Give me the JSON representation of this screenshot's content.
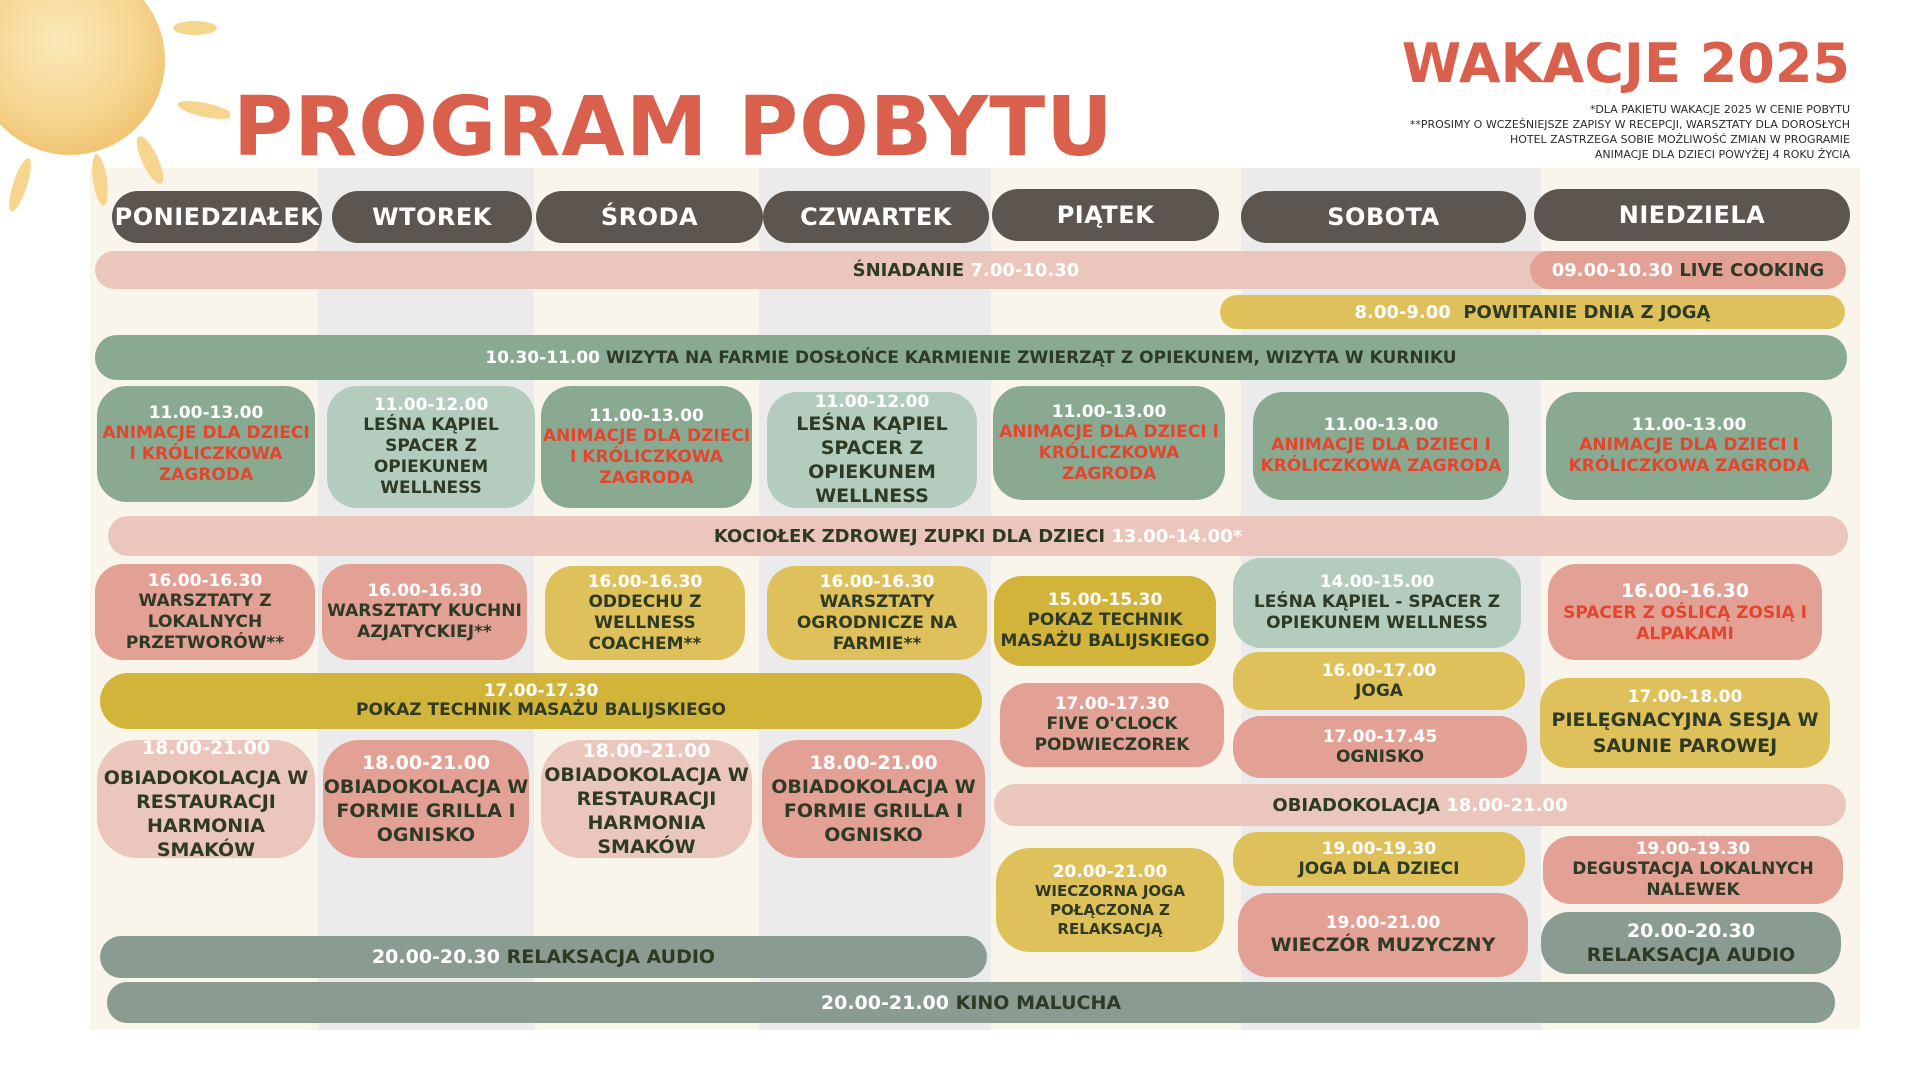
{
  "header": {
    "title": "PROGRAM POBYTU",
    "season": "WAKACJE 2025",
    "notes": [
      "*DLA PAKIETU WAKACJE 2025 W CENIE POBYTU",
      "**PROSIMY O WCZEŚNIEJSZE ZAPISY W RECEPCJI, WARSZTATY DLA DOROSŁYCH",
      "HOTEL ZASTRZEGA SOBIE MOŻLIWOŚĆ ZMIAN W PROGRAMIE",
      "ANIMACJE DLA DZIECI POWYŻEJ 4 ROKU ŻYCIA"
    ]
  },
  "days": [
    "PONIEDZIAŁEK",
    "WTOREK",
    "ŚRODA",
    "CZWARTEK",
    "PIĄTEK",
    "SOBOTA",
    "NIEDZIELA"
  ],
  "colors": {
    "title": "#d9604d",
    "day_pill": "#5d5650",
    "pink_light": "#ebc6bd",
    "salmon": "#e3a196",
    "sage": "#8aa991",
    "sage_light": "#b4ccbe",
    "mustard": "#dfc15b",
    "mustard_dark": "#d3b43b",
    "slate": "#8a9c92",
    "accent_red": "#e2462f"
  },
  "bands": {
    "breakfast": {
      "label": "ŚNIADANIE",
      "time": "7.00-10.30"
    },
    "live_cooking": {
      "time": "09.00-10.30",
      "label": "LIVE COOKING"
    },
    "yoga_morning": {
      "time": "8.00-9.00",
      "label": "POWITANIE DNIA Z JOGĄ"
    },
    "farm": {
      "time": "10.30-11.00",
      "label": "WIZYTA NA FARMIE DOSŁOŃCE KARMIENIE ZWIERZĄT Z OPIEKUNEM, WIZYTA W KURNIKU"
    },
    "soup": {
      "label": "KOCIOŁEK ZDROWEJ ZUPKI DLA DZIECI",
      "time": "13.00-14.00*"
    },
    "massage": {
      "time": "17.00-17.30",
      "label": "POKAZ TECHNIK MASAŻU BALIJSKIEGO"
    },
    "dinner_weekend": {
      "label": "OBIADOKOLACJA",
      "time": "18.00-21.00"
    },
    "audio": {
      "time": "20.00-20.30",
      "label": "RELAKSACJA AUDIO"
    },
    "cinema": {
      "time": "20.00-21.00",
      "label": "KINO MALUCHA"
    }
  },
  "events": {
    "mon_anim": {
      "time": "11.00-13.00",
      "label": "ANIMACJE DLA DZIECI I KRÓLICZKOWA ZAGRODA"
    },
    "tue_forest": {
      "time": "11.00-12.00",
      "label": "LEŚNA KĄPIEL SPACER Z OPIEKUNEM WELLNESS"
    },
    "wed_anim": {
      "time": "11.00-13.00",
      "label": "ANIMACJE DLA DZIECI I KRÓLICZKOWA ZAGRODA"
    },
    "thu_forest": {
      "time": "11.00-12.00",
      "label": "LEŚNA KĄPIEL SPACER Z OPIEKUNEM WELLNESS"
    },
    "fri_anim": {
      "time": "11.00-13.00",
      "label": "ANIMACJE DLA DZIECI I KRÓLICZKOWA ZAGRODA"
    },
    "sat_anim": {
      "time": "11.00-13.00",
      "label": "ANIMACJE DLA DZIECI I KRÓLICZKOWA ZAGRODA"
    },
    "sun_anim": {
      "time": "11.00-13.00",
      "label": "ANIMACJE DLA DZIECI I KRÓLICZKOWA ZAGRODA"
    },
    "mon_work": {
      "time": "16.00-16.30",
      "label": "WARSZTATY Z LOKALNYCH PRZETWORÓW**"
    },
    "tue_work": {
      "time": "16.00-16.30",
      "label": "WARSZTATY KUCHNI AZJATYCKIEJ**"
    },
    "wed_work": {
      "time": "16.00-16.30",
      "label": "ODDECHU Z WELLNESS COACHEM**"
    },
    "thu_work": {
      "time": "16.00-16.30",
      "label": "WARSZTATY OGRODNICZE NA FARMIE**"
    },
    "fri_massage": {
      "time": "15.00-15.30",
      "label": "POKAZ TECHNIK MASAŻU BALIJSKIEGO"
    },
    "sat_forest": {
      "time": "14.00-15.00",
      "label": "LEŚNA KĄPIEL - SPACER Z OPIEKUNEM WELLNESS"
    },
    "sun_walk": {
      "time": "16.00-16.30",
      "label": "SPACER Z OŚLICĄ ZOSIĄ I ALPAKAMI"
    },
    "sat_yoga": {
      "time": "16.00-17.00",
      "label": "JOGA"
    },
    "fri_tea": {
      "time": "17.00-17.30",
      "label": "FIVE O'CLOCK PODWIECZOREK"
    },
    "sat_fire": {
      "time": "17.00-17.45",
      "label": "OGNISKO"
    },
    "sun_sauna": {
      "time": "17.00-18.00",
      "label": "PIELĘGNACYJNA SESJA W SAUNIE PAROWEJ"
    },
    "mon_dinner": {
      "time": "18.00-21.00",
      "label": "OBIADOKOLACJA W RESTAURACJI HARMONIA SMAKÓW"
    },
    "tue_dinner": {
      "time": "18.00-21.00",
      "label": "OBIADOKOLACJA W FORMIE GRILLA I OGNISKO"
    },
    "wed_dinner": {
      "time": "18.00-21.00",
      "label": "OBIADOKOLACJA W RESTAURACJI HARMONIA SMAKÓW"
    },
    "thu_dinner": {
      "time": "18.00-21.00",
      "label": "OBIADOKOLACJA W FORMIE GRILLA I OGNISKO"
    },
    "sat_kidsyoga": {
      "time": "19.00-19.30",
      "label": "JOGA DLA DZIECI"
    },
    "sun_tasting": {
      "time": "19.00-19.30",
      "label": "DEGUSTACJA LOKALNYCH NALEWEK"
    },
    "fri_yoga": {
      "time": "20.00-21.00",
      "label": "WIECZORNA JOGA POŁĄCZONA Z RELAKSACJĄ"
    },
    "sat_music": {
      "time": "19.00-21.00",
      "label": "WIECZÓR MUZYCZNY"
    },
    "sun_audio": {
      "time": "20.00-20.30",
      "label": "RELAKSACJA AUDIO"
    }
  }
}
